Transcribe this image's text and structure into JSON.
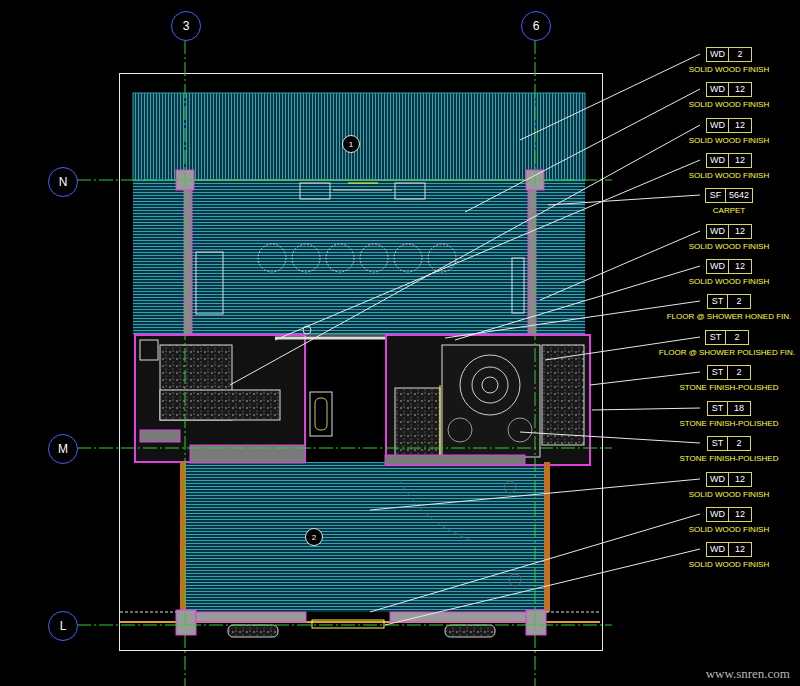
{
  "diagram": {
    "nodes": [
      {
        "text": [
          "3"
        ]
      },
      {
        "text": [
          "6"
        ]
      },
      {
        "text": [
          "N"
        ]
      },
      {
        "text": [
          "M"
        ]
      },
      {
        "text": [
          "L"
        ]
      },
      {
        "text": [
          "1"
        ]
      },
      {
        "text": [
          "2"
        ]
      },
      {
        "text": [
          "WD",
          "2",
          "SOLID WOOD FINISH"
        ]
      },
      {
        "text": [
          "WD",
          "12",
          "SOLID WOOD FINISH"
        ]
      },
      {
        "text": [
          "WD",
          "12",
          "SOLID WOOD FINISH"
        ]
      },
      {
        "text": [
          "WD",
          "12",
          "SOLID WOOD FINISH"
        ]
      },
      {
        "text": [
          "SF",
          "5642",
          "CARPET"
        ]
      },
      {
        "text": [
          "WD",
          "12",
          "SOLID WOOD FINISH"
        ]
      },
      {
        "text": [
          "WD",
          "12",
          "SOLID WOOD FINISH"
        ]
      },
      {
        "text": [
          "ST",
          "2",
          "FLOOR @ SHOWER HONED FIN."
        ]
      },
      {
        "text": [
          "ST",
          "2",
          "FLOOR @ SHOWER POLISHED FIN."
        ]
      },
      {
        "text": [
          "ST",
          "2",
          "STONE FINISH-POLISHED"
        ]
      },
      {
        "text": [
          "ST",
          "18",
          "STONE FINISH-POLISHED"
        ]
      },
      {
        "text": [
          "ST",
          "2",
          "STONE FINISH-POLISHED"
        ]
      },
      {
        "text": [
          "WD",
          "12",
          "SOLID WOOD FINISH"
        ]
      },
      {
        "text": [
          "WD",
          "12",
          "SOLID WOOD FINISH"
        ]
      },
      {
        "text": [
          "WD",
          "12",
          "SOLID WOOD FINISH"
        ]
      }
    ],
    "labels": [
      "www.snren.com"
    ]
  }
}
